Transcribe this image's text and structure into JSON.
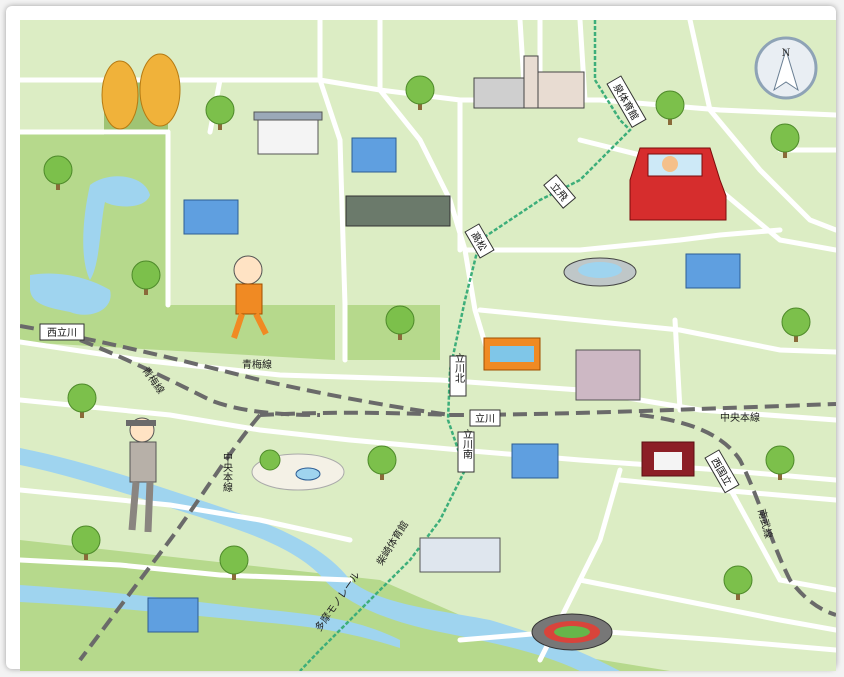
{
  "stations": [
    {
      "id": "izumitaiikukan",
      "label": "泉体育館"
    },
    {
      "id": "tachihi",
      "label": "立飛"
    },
    {
      "id": "takamatsu",
      "label": "高松"
    },
    {
      "id": "nishitachikawa",
      "label": "西立川"
    },
    {
      "id": "tachikawakita",
      "label": "立川北"
    },
    {
      "id": "tachikawa",
      "label": "立川"
    },
    {
      "id": "tachikawaminami",
      "label": "立川南"
    },
    {
      "id": "nishikunitachi",
      "label": "西国立"
    }
  ],
  "lines": [
    {
      "id": "ome",
      "label": "青梅線"
    },
    {
      "id": "ome2",
      "label": "青梅線"
    },
    {
      "id": "chuo-east",
      "label": "中央本線"
    },
    {
      "id": "chuo-west",
      "label": "中央本線"
    },
    {
      "id": "nambu",
      "label": "南武線"
    },
    {
      "id": "tama-monorail",
      "label": "多摩モノレール"
    },
    {
      "id": "ikou",
      "label": "西国立"
    },
    {
      "id": "mono-south",
      "label": "柴崎体育館"
    }
  ],
  "compass": {
    "label": "N"
  },
  "colors": {
    "land": "#dcedc4",
    "park": "#b6d98c",
    "water": "#9fd4ef",
    "road": "#ffffff",
    "rail": "#666666",
    "monorail": "#3dae7a"
  },
  "icons": [
    "compass-icon",
    "tree-icon",
    "building-icon",
    "car-icon",
    "onsen-icon",
    "stadium-icon",
    "fountain-icon",
    "shop-icon"
  ]
}
